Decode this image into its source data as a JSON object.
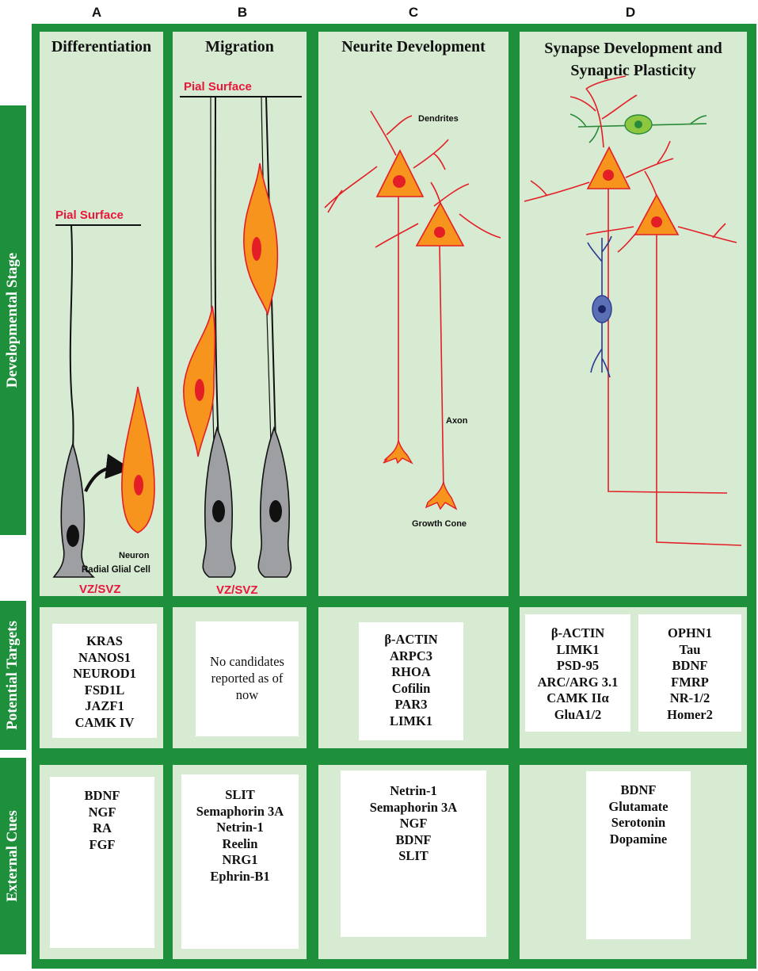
{
  "column_letters": [
    "A",
    "B",
    "C",
    "D"
  ],
  "row_labels": {
    "stage": "Developmental Stage",
    "targets": "Potential Targets",
    "cues": "External Cues"
  },
  "panels": {
    "a": {
      "title": "Differentiation",
      "pial": "Pial Surface",
      "vz": "VZ/SVZ",
      "neuron": "Neuron",
      "radial_glia": "Radial Glial Cell"
    },
    "b": {
      "title": "Migration",
      "pial": "Pial Surface",
      "vz": "VZ/SVZ"
    },
    "c": {
      "title": "Neurite Development",
      "dendrites": "Dendrites",
      "axon": "Axon",
      "growth_cone": "Growth Cone"
    },
    "d": {
      "title_line1": "Synapse Development and",
      "title_line2": "Synaptic Plasticity"
    }
  },
  "targets": {
    "a": [
      "KRAS",
      "NANOS1",
      "NEUROD1",
      "FSD1L",
      "JAZF1",
      "CAMK IV"
    ],
    "b": "No candidates reported as of now",
    "c": [
      "β-ACTIN",
      "ARPC3",
      "RHOA",
      "Cofilin",
      "PAR3",
      "LIMK1"
    ],
    "d_left": [
      "β-ACTIN",
      "LIMK1",
      "PSD-95",
      "ARC/ARG 3.1",
      "CAMK IIα",
      "GluA1/2"
    ],
    "d_right": [
      "OPHN1",
      "Tau",
      "BDNF",
      "FMRP",
      "NR-1/2",
      "Homer2"
    ]
  },
  "cues": {
    "a": [
      "BDNF",
      "NGF",
      "RA",
      "FGF"
    ],
    "b": [
      "SLIT",
      "Semaphorin 3A",
      "Netrin-1",
      "Reelin",
      "NRG1",
      "Ephrin-B1"
    ],
    "c": [
      "Netrin-1",
      "Semaphorin 3A",
      "NGF",
      "BDNF",
      "SLIT"
    ],
    "d": [
      "BDNF",
      "Glutamate",
      "Serotonin",
      "Dopamine"
    ]
  },
  "colors": {
    "frame_green": "#1e8f3a",
    "panel_bg": "#d7ead2",
    "red_label": "#e8173b",
    "neuron_fill": "#f7941d",
    "neurite_red": "#e41e26",
    "glia_gray": "#9d9fa2",
    "interneuron_blue": "#5b6fb5",
    "green_neuron": "#8dc63f"
  }
}
